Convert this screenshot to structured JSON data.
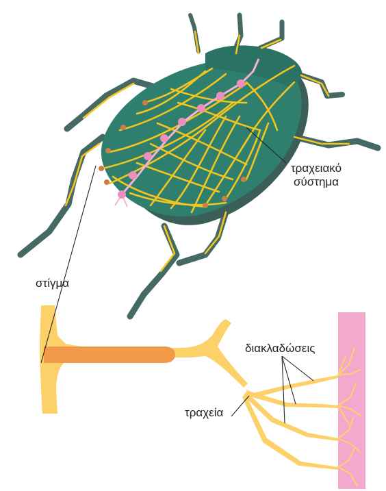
{
  "labels": {
    "tracheal_system_line1": "τραχειακό",
    "tracheal_system_line2": "σύστημα",
    "stigma": "στίγμα",
    "branches": "διακλαδώσεις",
    "trachea": "τραχεία"
  },
  "colors": {
    "beetle_body": "#2e7f6e",
    "beetle_dark": "#3b5e58",
    "beetle_legs": "#456964",
    "trachea_yellow": "#f5c51f",
    "trachea_light": "#fcd16a",
    "trachea_core": "#f39a4a",
    "nerve_cord": "#f5b3d1",
    "ganglion": "#ec8fbe",
    "spiracle": "#c98046",
    "tissue": "#f2a9cd",
    "label_line": "#222222"
  }
}
